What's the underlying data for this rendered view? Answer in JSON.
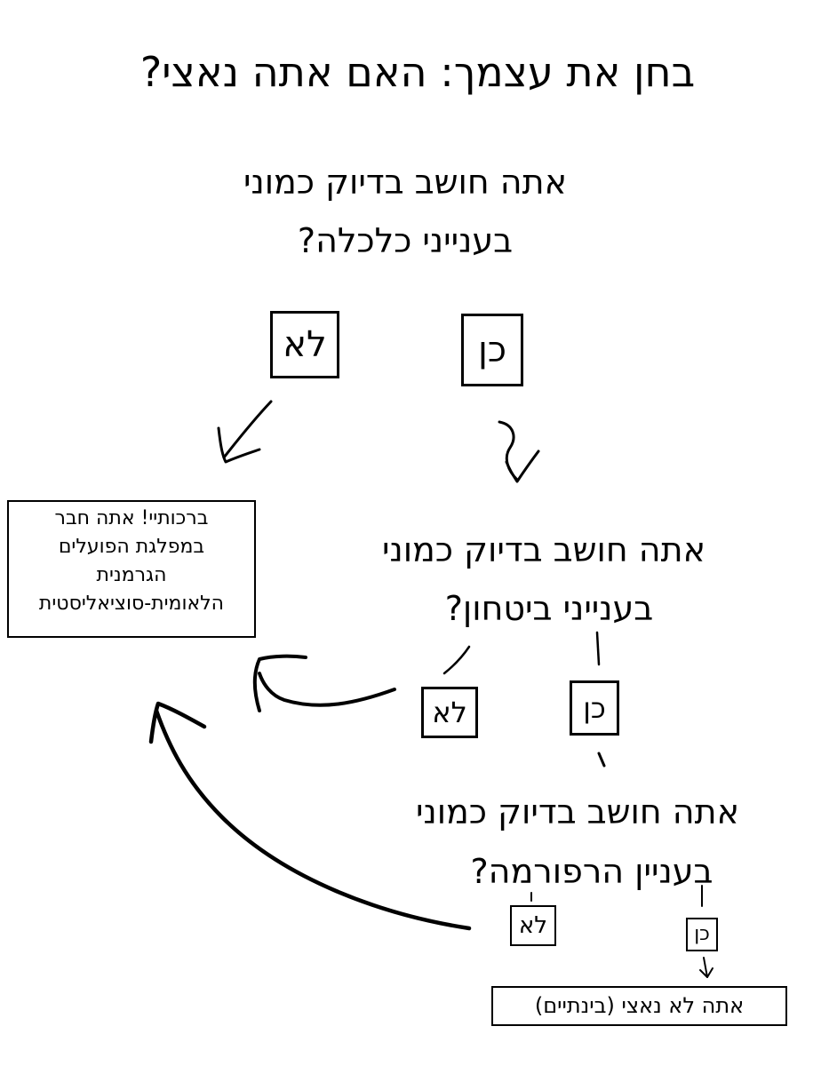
{
  "title": "בחן את עצמך: האם אתה נאצי?",
  "questions": [
    {
      "line1": "אתה חושב בדיוק כמוני",
      "line2": "בענייני כלכלה?"
    },
    {
      "line1": "אתה חושב בדיוק כמוני",
      "line2": "בענייני ביטחון?"
    },
    {
      "line1": "אתה חושב בדיוק כמוני",
      "line2": "בעניין הרפורמה?"
    }
  ],
  "answers": {
    "yes": "כן",
    "no": "לא"
  },
  "result_nazi": {
    "line1": "ברכותיי! אתה חבר",
    "line2": "במפלגת הפועלים",
    "line3": "הגרמנית",
    "line4": "הלאומית-סוציאליסטית"
  },
  "result_not_nazi": "אתה לא נאצי (בינתיים)"
}
